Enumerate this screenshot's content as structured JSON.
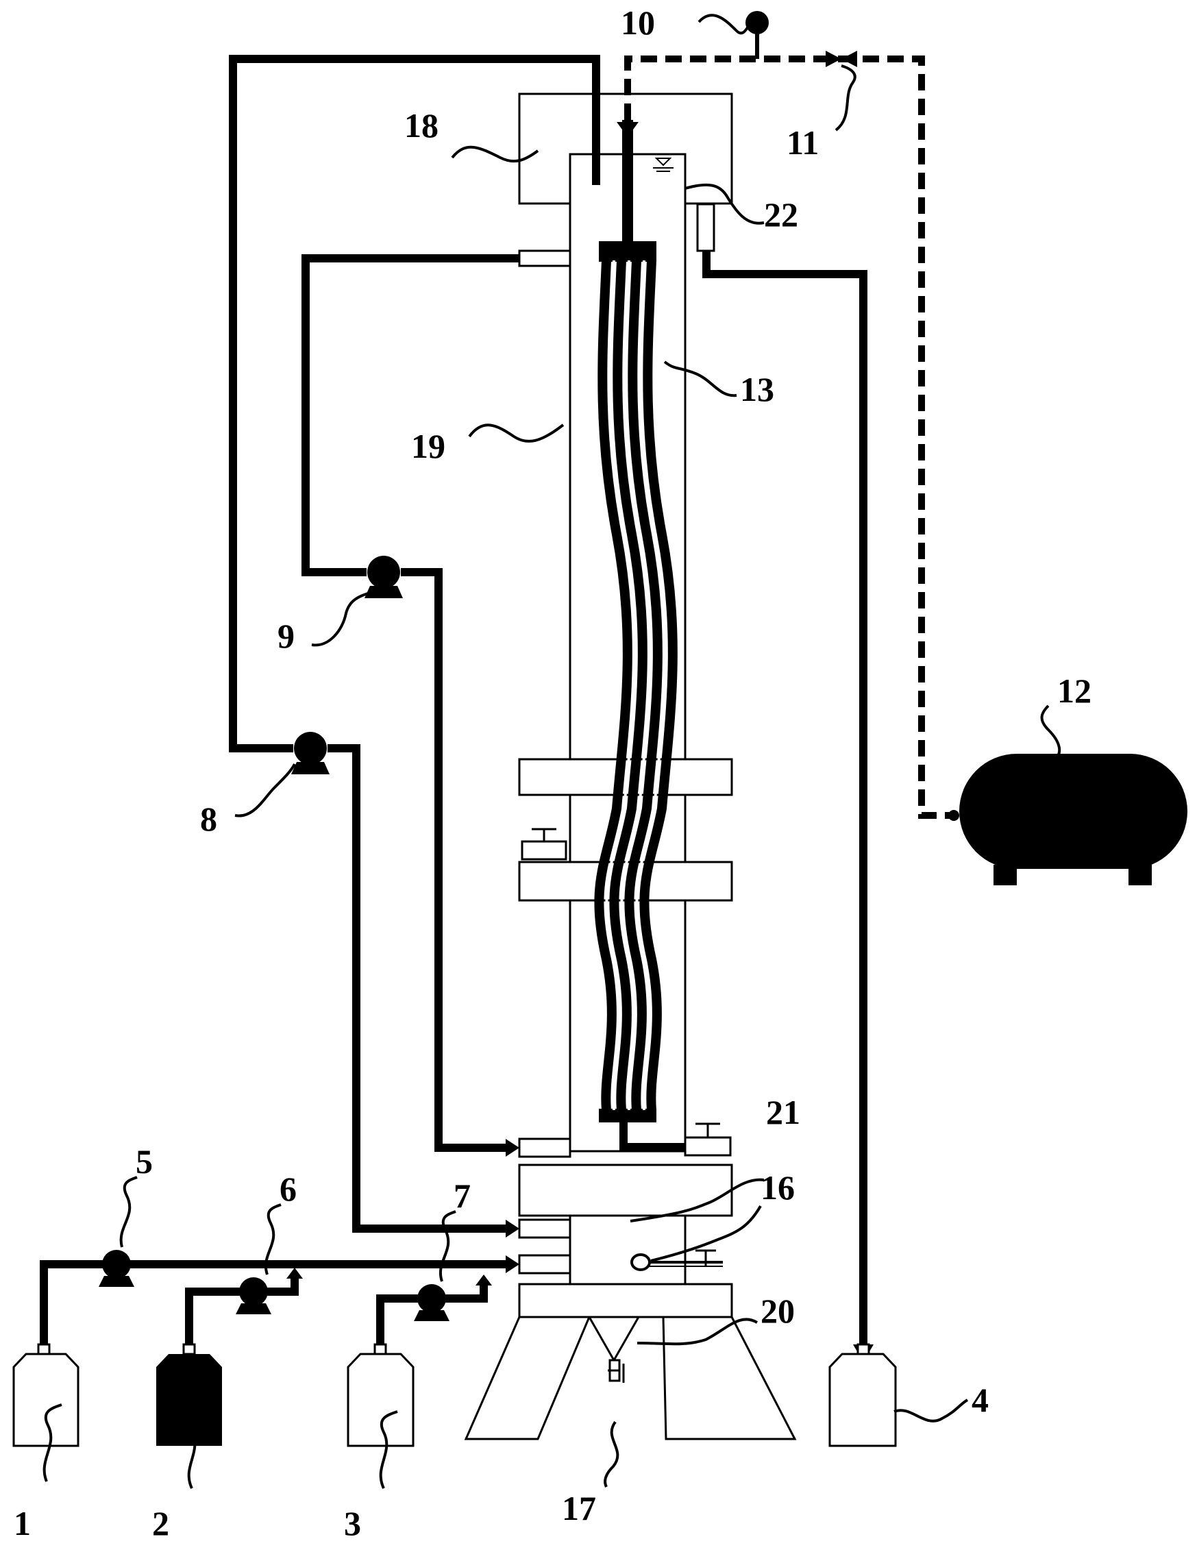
{
  "labels": [
    {
      "key": "1",
      "text": "1"
    },
    {
      "key": "2",
      "text": "2"
    },
    {
      "key": "3",
      "text": "3"
    },
    {
      "key": "4",
      "text": "4"
    },
    {
      "key": "5",
      "text": "5"
    },
    {
      "key": "6",
      "text": "6"
    },
    {
      "key": "7",
      "text": "7"
    },
    {
      "key": "8",
      "text": "8"
    },
    {
      "key": "9",
      "text": "9"
    },
    {
      "key": "10",
      "text": "10"
    },
    {
      "key": "11",
      "text": "11"
    },
    {
      "key": "12",
      "text": "12"
    },
    {
      "key": "13",
      "text": "13"
    },
    {
      "key": "16",
      "text": "16"
    },
    {
      "key": "17",
      "text": "17"
    },
    {
      "key": "18",
      "text": "18"
    },
    {
      "key": "19",
      "text": "19"
    },
    {
      "key": "20",
      "text": "20"
    },
    {
      "key": "21",
      "text": "21"
    },
    {
      "key": "22",
      "text": "22"
    }
  ],
  "colors": {
    "line": "#000000",
    "background": "#ffffff"
  }
}
